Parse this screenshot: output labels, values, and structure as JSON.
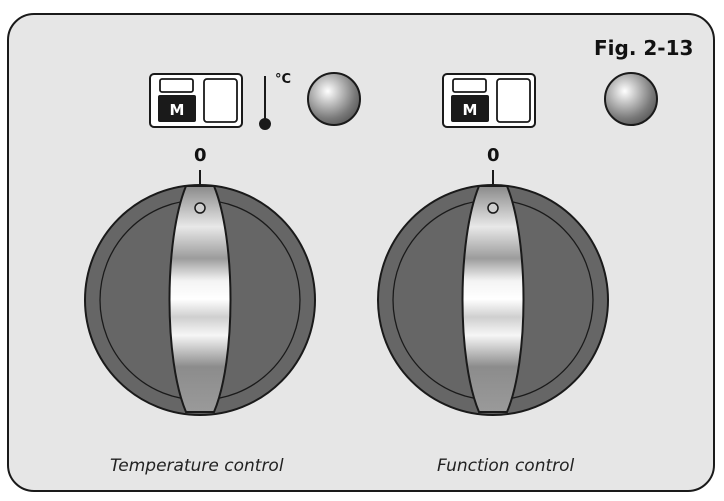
{
  "figure_label": "Fig. 2-13",
  "unit_label": "°C",
  "mode_letter": "M",
  "controls": [
    {
      "zero_mark": "0",
      "caption": "Temperature control"
    },
    {
      "zero_mark": "0",
      "caption": "Function control"
    }
  ]
}
